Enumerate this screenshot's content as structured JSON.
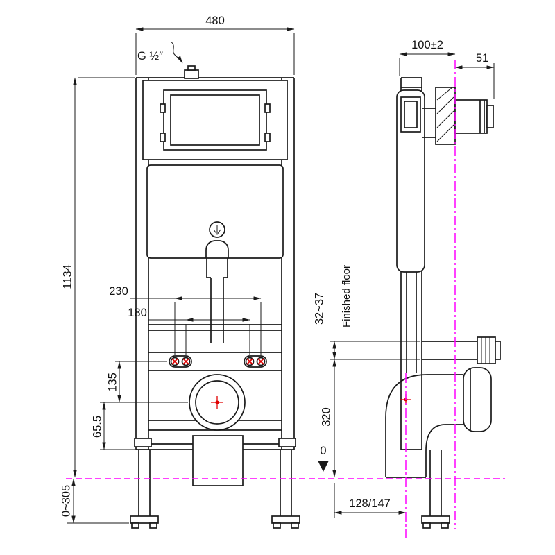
{
  "drawing": {
    "front_view": {
      "frame_width": "480",
      "frame_height": "1134",
      "inlet_thread": "G ½″",
      "fixing_centres_outer": "230",
      "fixing_centres_inner": "180",
      "bolt_to_waste_centre": "135",
      "waste_centre_to_base": "65.5",
      "foot_adjustment": "0~305"
    },
    "side_view": {
      "frame_depth": "100±2",
      "wall_projection": "51",
      "pan_fixing_range": "32~37",
      "finished_floor_label": "Finished floor",
      "waste_height": "320",
      "floor_datum": "0",
      "waste_offset": "128/147"
    },
    "colors": {
      "line": "#1a1a1a",
      "marking_red": "#e00000",
      "reference_magenta": "#ff00ff"
    }
  }
}
